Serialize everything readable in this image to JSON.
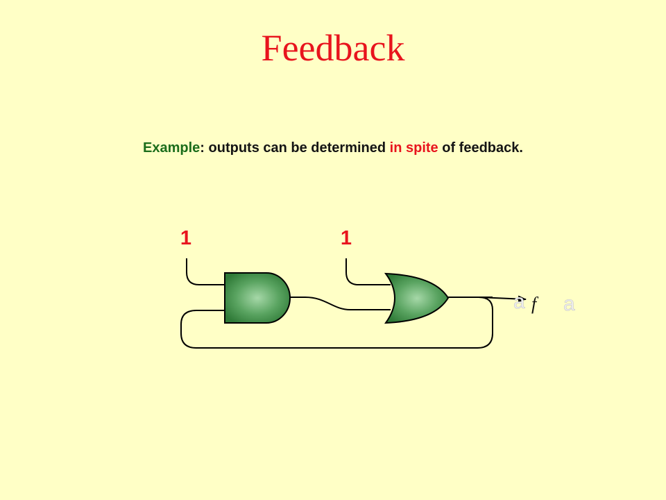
{
  "title": "Feedback",
  "example": {
    "lead": "Example",
    "colon": ":",
    "text_before": " outputs can be determined ",
    "emphasis": "in spite",
    "text_after": " of feedback."
  },
  "circuit": {
    "input_labels": [
      "1",
      "1"
    ],
    "output_label": "f",
    "faint_labels": [
      "a",
      "a"
    ],
    "gates": [
      "AND",
      "OR"
    ]
  },
  "colors": {
    "background": "#ffffc6",
    "title": "#e8141d",
    "highlight": "#e8141d",
    "example_lead": "#1b6d1b",
    "gate_fill": "#3d8a46",
    "wire": "#000000"
  }
}
